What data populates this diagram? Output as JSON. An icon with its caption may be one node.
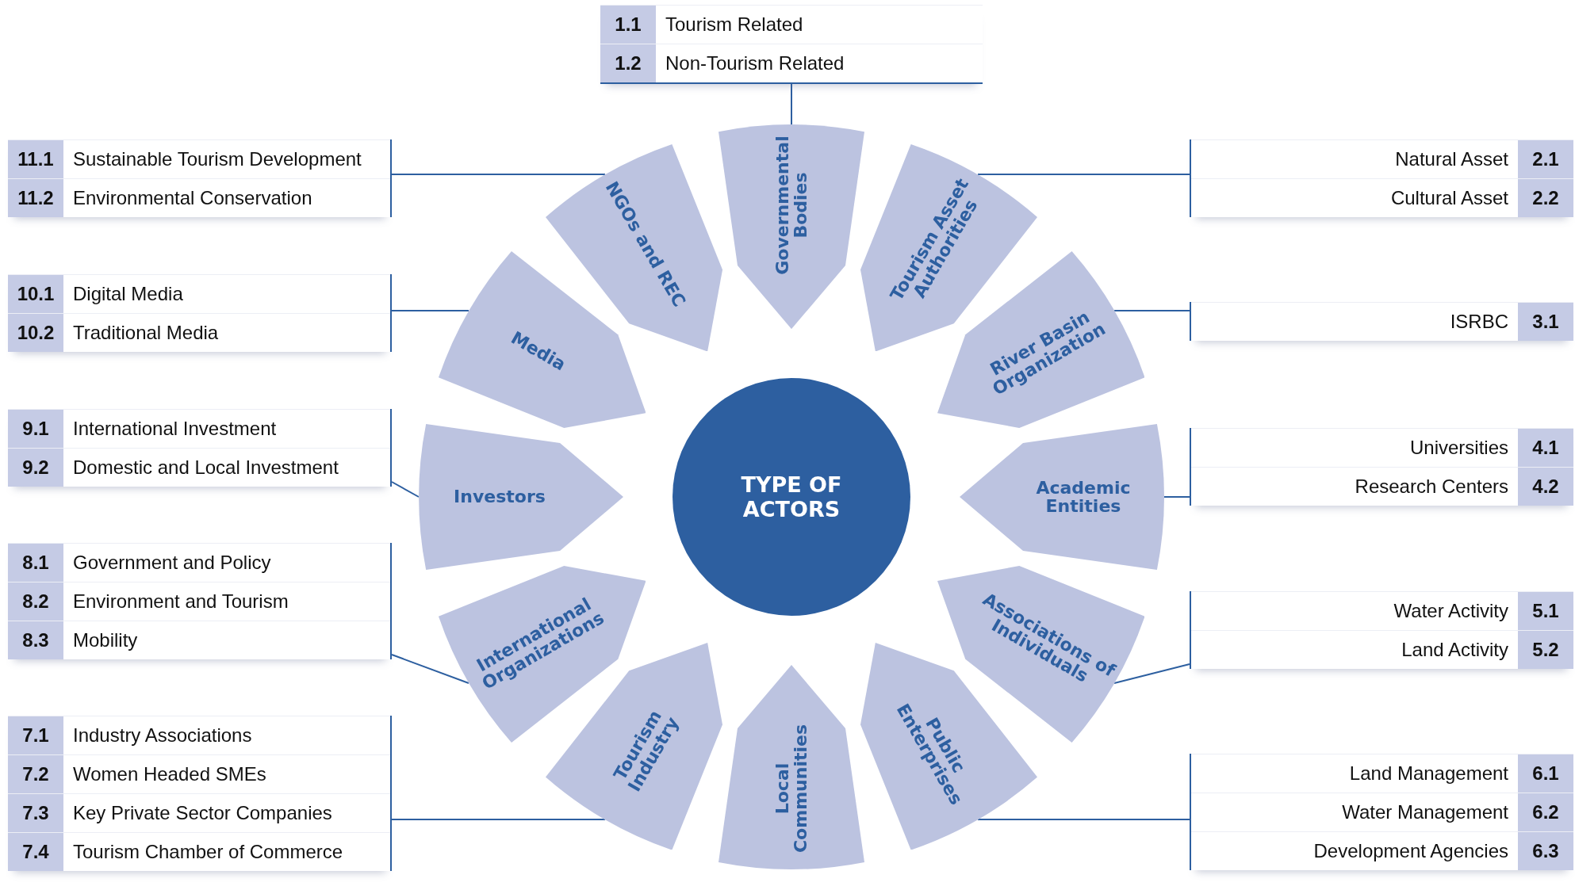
{
  "diagram": {
    "nodes": [
      {
        "text": [
          "TYPE OF ACTORS"
        ]
      },
      {
        "text": [
          "Governmental Bodies"
        ]
      },
      {
        "text": [
          "Tourism Asset Authorities"
        ]
      },
      {
        "text": [
          "River Basin Organization"
        ]
      },
      {
        "text": [
          "Academic Entities"
        ]
      },
      {
        "text": [
          "Associations of Individuals"
        ]
      },
      {
        "text": [
          "Public Enterprises"
        ]
      },
      {
        "text": [
          "Local Communities"
        ]
      },
      {
        "text": [
          "Tourism Industry"
        ]
      },
      {
        "text": [
          "International Organizations"
        ]
      },
      {
        "text": [
          "Investors"
        ]
      },
      {
        "text": [
          "Media"
        ]
      },
      {
        "text": [
          "NGOs and REC"
        ]
      },
      {
        "text": [
          "1.1",
          "Tourism Related",
          "1.2",
          "Non-Tourism Related"
        ]
      },
      {
        "text": [
          "Natural Asset",
          "2.1",
          "Cultural Asset",
          "2.2"
        ]
      },
      {
        "text": [
          "ISRBC",
          "3.1"
        ]
      },
      {
        "text": [
          "Universities",
          "4.1",
          "Research Centers",
          "4.2"
        ]
      },
      {
        "text": [
          "Water Activity",
          "5.1",
          "Land Activity",
          "5.2"
        ]
      },
      {
        "text": [
          "Land Management",
          "6.1",
          "Water Management",
          "6.2",
          "Development Agencies",
          "6.3"
        ]
      },
      {
        "text": [
          "7.1",
          "Industry Associations",
          "7.2",
          "Women Headed SMEs",
          "7.3",
          "Key Private Sector Companies",
          "7.4",
          "Tourism Chamber of Commerce"
        ]
      },
      {
        "text": [
          "8.1",
          "Government and Policy",
          "8.2",
          "Environment and Tourism",
          "8.3",
          "Mobility"
        ]
      },
      {
        "text": [
          "9.1",
          "International Investment",
          "9.2",
          "Domestic and Local Investment"
        ]
      },
      {
        "text": [
          "10.1",
          "Digital Media",
          "10.2",
          "Traditional Media"
        ]
      },
      {
        "text": [
          "11.1",
          "Sustainable Tourism Development",
          "11.2",
          "Environmental Conservation"
        ]
      }
    ],
    "edges": [
      {
        "from": 1,
        "to": 13,
        "arrow": "none"
      },
      {
        "from": 2,
        "to": 14,
        "arrow": "none"
      },
      {
        "from": 3,
        "to": 15,
        "arrow": "none"
      },
      {
        "from": 4,
        "to": 16,
        "arrow": "none"
      },
      {
        "from": 5,
        "to": 17,
        "arrow": "none"
      },
      {
        "from": 6,
        "to": 18,
        "arrow": "none"
      },
      {
        "from": 8,
        "to": 19,
        "arrow": "none"
      },
      {
        "from": 9,
        "to": 20,
        "arrow": "none"
      },
      {
        "from": 10,
        "to": 21,
        "arrow": "none"
      },
      {
        "from": 11,
        "to": 22,
        "arrow": "none"
      },
      {
        "from": 12,
        "to": 23,
        "arrow": "none"
      }
    ]
  }
}
